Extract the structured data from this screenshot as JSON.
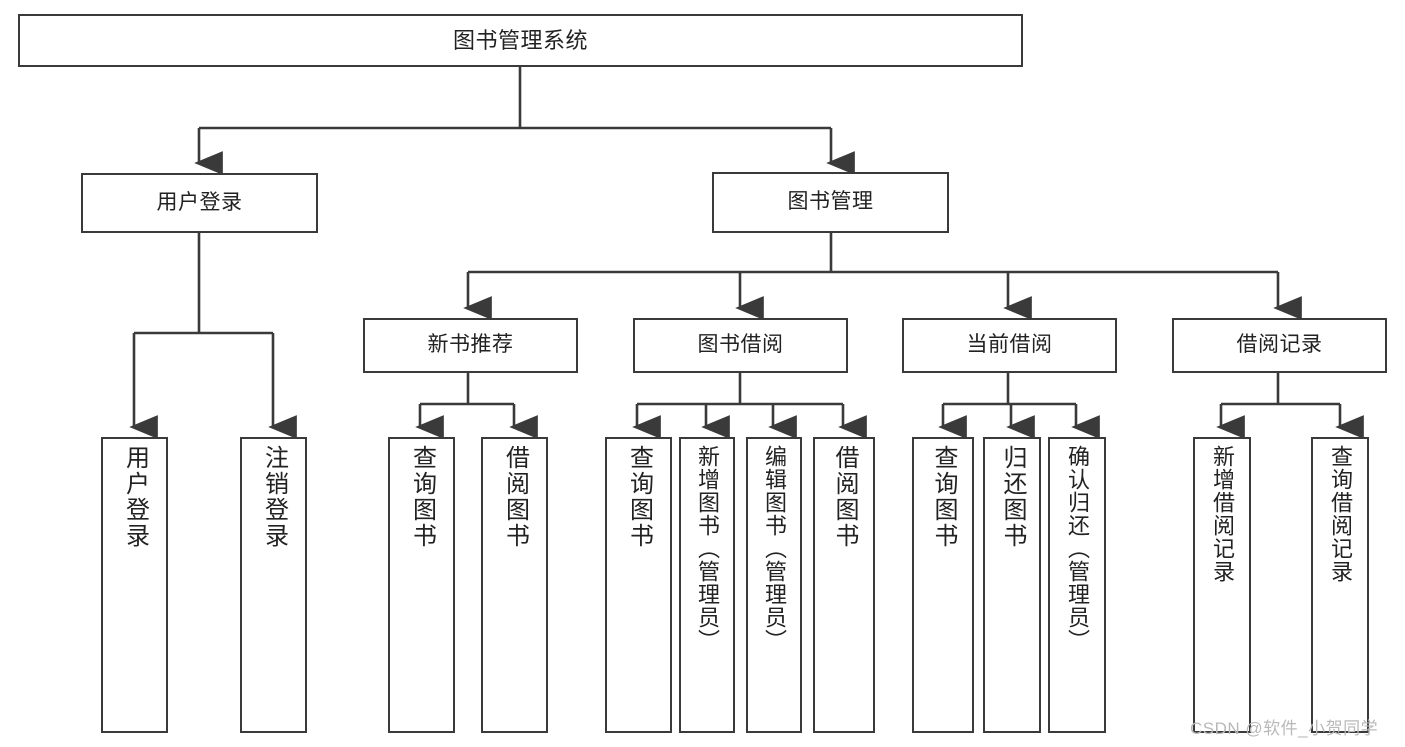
{
  "diagram": {
    "title": "图书管理系统",
    "watermark": "CSDN @软件_小贺同学",
    "accent_color": "#3a3a3a",
    "background_color": "#ffffff",
    "text_color": "#222222",
    "levels": {
      "root": "图书管理系统",
      "level1": [
        "用户登录",
        "图书管理"
      ],
      "level2": [
        "新书推荐",
        "图书借阅",
        "当前借阅",
        "借阅记录"
      ]
    },
    "nodes": {
      "root": "图书管理系统",
      "user_login": "用户登录",
      "book_manage": "图书管理",
      "new_book_rec": "新书推荐",
      "book_borrow": "图书借阅",
      "current_borrow": "当前借阅",
      "borrow_record": "借阅记录",
      "leaf_user_login": "用户登录",
      "leaf_user_logout": "注销登录",
      "leaf_query_book_1": "查询图书",
      "leaf_borrow_book_1": "借阅图书",
      "leaf_query_book_2": "查询图书",
      "leaf_add_book": "新增图书（管理员）",
      "leaf_edit_book": "编辑图书（管理员）",
      "leaf_borrow_book_2": "借阅图书",
      "leaf_query_book_3": "查询图书",
      "leaf_return_book": "归还图书",
      "leaf_confirm_return": "确认归还（管理员）",
      "leaf_add_record": "新增借阅记录",
      "leaf_query_record": "查询借阅记录"
    },
    "tree": [
      {
        "label": "图书管理系统",
        "children": [
          {
            "label": "用户登录",
            "children": [
              {
                "label": "用户登录"
              },
              {
                "label": "注销登录"
              }
            ]
          },
          {
            "label": "图书管理",
            "children": [
              {
                "label": "新书推荐",
                "children": [
                  {
                    "label": "查询图书"
                  },
                  {
                    "label": "借阅图书"
                  }
                ]
              },
              {
                "label": "图书借阅",
                "children": [
                  {
                    "label": "查询图书"
                  },
                  {
                    "label": "新增图书（管理员）"
                  },
                  {
                    "label": "编辑图书（管理员）"
                  },
                  {
                    "label": "借阅图书"
                  }
                ]
              },
              {
                "label": "当前借阅",
                "children": [
                  {
                    "label": "查询图书"
                  },
                  {
                    "label": "归还图书"
                  },
                  {
                    "label": "确认归还（管理员）"
                  }
                ]
              },
              {
                "label": "借阅记录",
                "children": [
                  {
                    "label": "新增借阅记录"
                  },
                  {
                    "label": "查询借阅记录"
                  }
                ]
              }
            ]
          }
        ]
      }
    ]
  }
}
